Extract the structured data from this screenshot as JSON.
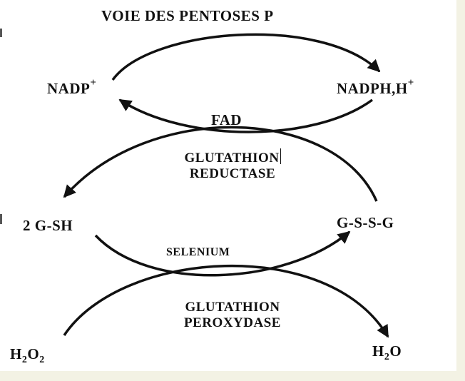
{
  "title": "VOIE DES PENTOSES P",
  "nadp": {
    "base": "NADP",
    "sup": "+"
  },
  "nadph": {
    "base": "NADPH,H",
    "sup": "+"
  },
  "fad": "FAD",
  "gr_line1": "GLUTATHION",
  "gr_line2": "REDUCTASE",
  "gsh": "2 G-SH",
  "gssg": "G-S-S-G",
  "selenium": "SELENIUM",
  "gp_line1": "GLUTATHION",
  "gp_line2": "PEROXYDASE",
  "h2o2": {
    "h": "H",
    "n1": "2",
    "o": "O",
    "n2": "2"
  },
  "h2o": {
    "h": "H",
    "n1": "2",
    "o": "O"
  },
  "colors": {
    "ink": "#111111",
    "background": "#ffffff",
    "margin": "#f3f2e4"
  }
}
